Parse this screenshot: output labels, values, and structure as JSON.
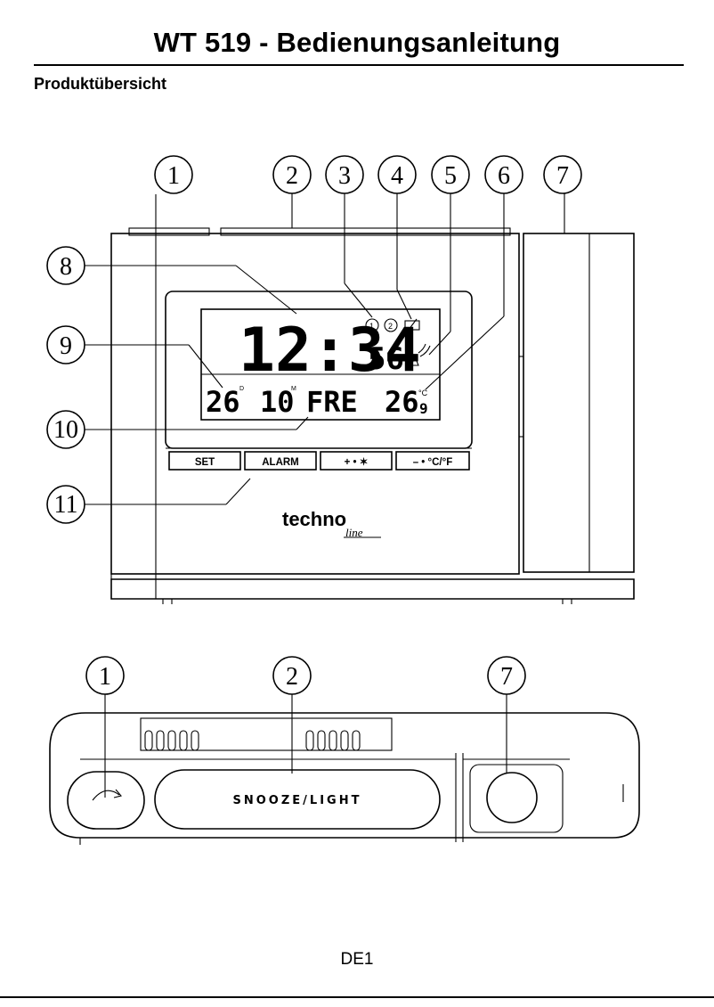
{
  "page": {
    "title": "WT 519 - Bedienungsanleitung",
    "subtitle": "Produktübersicht",
    "page_number": "DE1"
  },
  "callouts": {
    "front": [
      "1",
      "2",
      "3",
      "4",
      "5",
      "6",
      "7",
      "8",
      "9",
      "10",
      "11"
    ],
    "top": [
      "1",
      "2",
      "7"
    ]
  },
  "display": {
    "time": "12:34",
    "seconds": "56",
    "day": "26",
    "day_marker": "D",
    "month": "10",
    "month_marker": "M",
    "weekday": "FRE",
    "temperature": "26",
    "temperature_decimal": "9",
    "temperature_unit": "°C",
    "alarm1": "1",
    "alarm2": "2"
  },
  "buttons": {
    "set": "SET",
    "alarm": "ALARM",
    "plus": "+ • ✶",
    "minus": "– • °C/°F"
  },
  "brand": {
    "name": "techno",
    "script": "line"
  },
  "top_view": {
    "snooze_light": "SNOOZE/LIGHT"
  }
}
